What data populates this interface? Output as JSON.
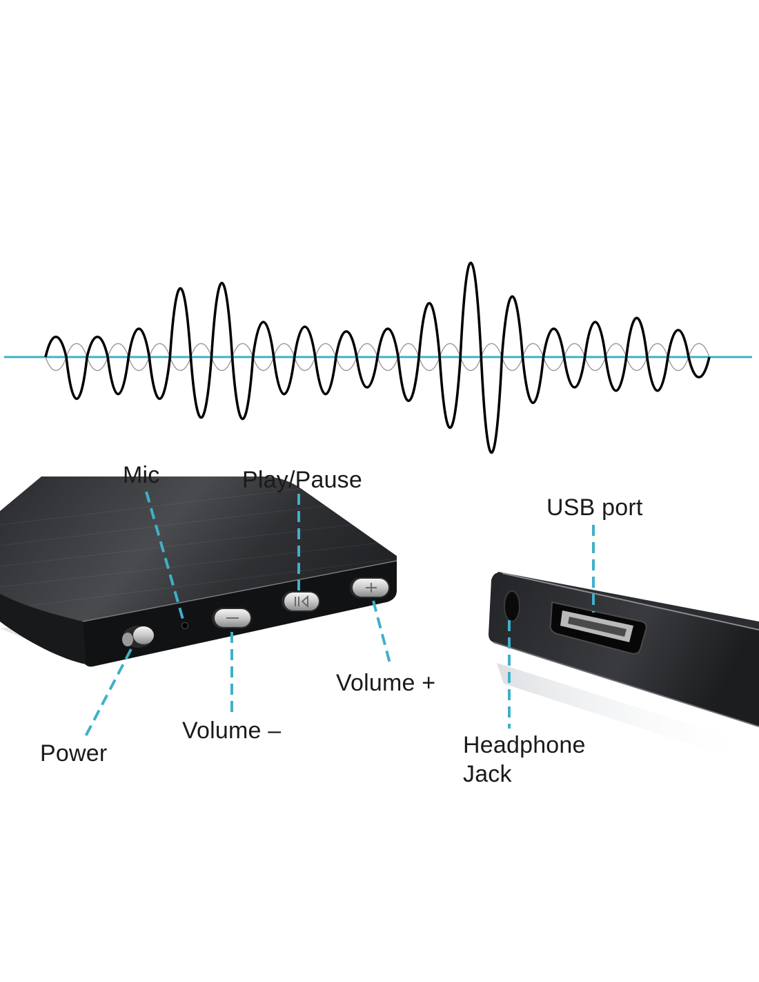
{
  "colors": {
    "accent": "#3fb0c9",
    "device": "#1b1c1e",
    "button": "#d9d9d9",
    "waveform": "#000000",
    "waveform_light": "#9a9a9a"
  },
  "labels": {
    "mic": "Mic",
    "play_pause": "Play/Pause",
    "usb_port": "USB port",
    "volume_plus": "Volume +",
    "volume_minus": "Volume –",
    "power": "Power",
    "headphone_line1": "Headphone",
    "headphone_line2": "Jack"
  },
  "icons": [
    "waveform-icon",
    "power-button-icon",
    "mic-hole-icon",
    "volume-minus-button-icon",
    "play-pause-button-icon",
    "volume-plus-button-icon",
    "headphone-jack-icon",
    "usb-port-icon"
  ]
}
